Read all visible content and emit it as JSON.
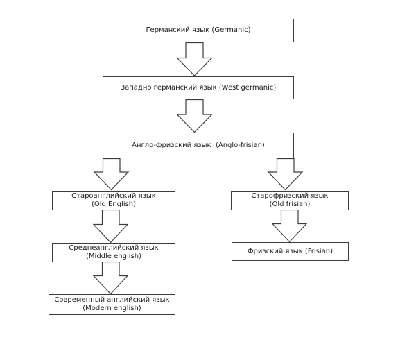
{
  "diagram": {
    "type": "flowchart-tree",
    "connector": {
      "shape": "block-arrow-down-icon",
      "fill": "#ffffff",
      "outline": "#3d3d3d"
    }
  },
  "colors": {
    "background": "#ffffff",
    "box_border": "#3d3d3d",
    "box_fill": "#ffffff",
    "text": "#1c1c1c"
  },
  "nodes": [
    {
      "id": "germanic",
      "line1": "Германский язык (Germanic)",
      "line2": ""
    },
    {
      "id": "west-germanic",
      "line1": "Западно германский язык (West germanic)",
      "line2": ""
    },
    {
      "id": "anglo-frisian",
      "line1": "Англо-фризский язык  (Anglo-frisian)",
      "line2": ""
    },
    {
      "id": "old-english",
      "line1": "Староанглийский язык",
      "line2": "(Old English)"
    },
    {
      "id": "old-frisian",
      "line1": "Старофризский язык",
      "line2": "(Old frisian)"
    },
    {
      "id": "middle-english",
      "line1": "Среднеанглийский язык",
      "line2": "(Middle english)"
    },
    {
      "id": "frisian",
      "line1": "Фризский язык (Frisian)",
      "line2": ""
    },
    {
      "id": "modern-english",
      "line1": "Современный английский язык",
      "line2": "(Modern english)"
    }
  ],
  "edges": [
    {
      "from": "germanic",
      "to": "west-germanic"
    },
    {
      "from": "west-germanic",
      "to": "anglo-frisian"
    },
    {
      "from": "anglo-frisian",
      "to": "old-english"
    },
    {
      "from": "anglo-frisian",
      "to": "old-frisian"
    },
    {
      "from": "old-english",
      "to": "middle-english"
    },
    {
      "from": "old-frisian",
      "to": "frisian"
    },
    {
      "from": "middle-english",
      "to": "modern-english"
    }
  ]
}
